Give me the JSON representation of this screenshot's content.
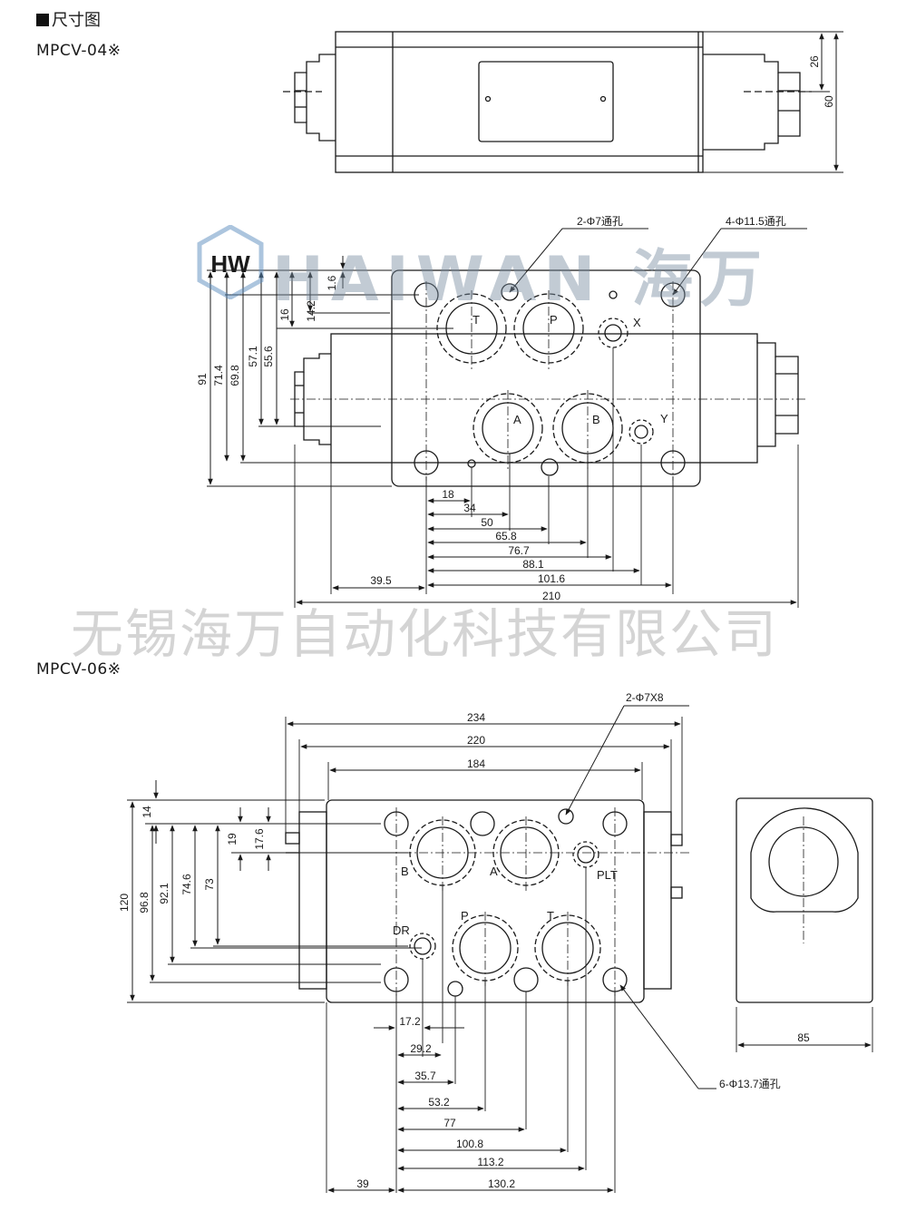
{
  "header": {
    "section_title": "尺寸图",
    "model_04": "MPCV-04※",
    "model_06": "MPCV-06※"
  },
  "watermark": {
    "brand": "HAIWAN 海万",
    "company": "无锡海万自动化科技有限公司"
  },
  "mpcv04": {
    "side_view": {
      "dims": [
        "26",
        "60"
      ]
    },
    "ports": {
      "t": "T",
      "p": "P",
      "a": "A",
      "b": "B",
      "x": "X",
      "y": "Y"
    },
    "notes": {
      "small_holes": "2-Φ7通孔",
      "mount_holes": "4-Φ11.5通孔"
    },
    "vertical_dims": [
      "91",
      "71.4",
      "69.8",
      "57.1",
      "55.6",
      "16",
      "14.2",
      "1.6"
    ],
    "horizontal_dims": [
      "18",
      "34",
      "50",
      "65.8",
      "76.7",
      "88.1",
      "101.6",
      "39.5",
      "210"
    ]
  },
  "mpcv06": {
    "top_dims": [
      "234",
      "220",
      "184"
    ],
    "ports": {
      "b": "B",
      "a": "A",
      "plt": "PLT",
      "dr": "DR",
      "p": "P",
      "t": "T"
    },
    "notes": {
      "pin_holes": "2-Φ7X8",
      "mount_holes": "6-Φ13.7通孔"
    },
    "vertical_dims": [
      "120",
      "96.8",
      "92.1",
      "74.6",
      "73",
      "14",
      "19",
      "17.6"
    ],
    "horizontal_dims": [
      "17.2",
      "29.2",
      "35.7",
      "53.2",
      "77",
      "100.8",
      "113.2",
      "130.2",
      "39"
    ],
    "end_view": {
      "width": "85"
    }
  }
}
